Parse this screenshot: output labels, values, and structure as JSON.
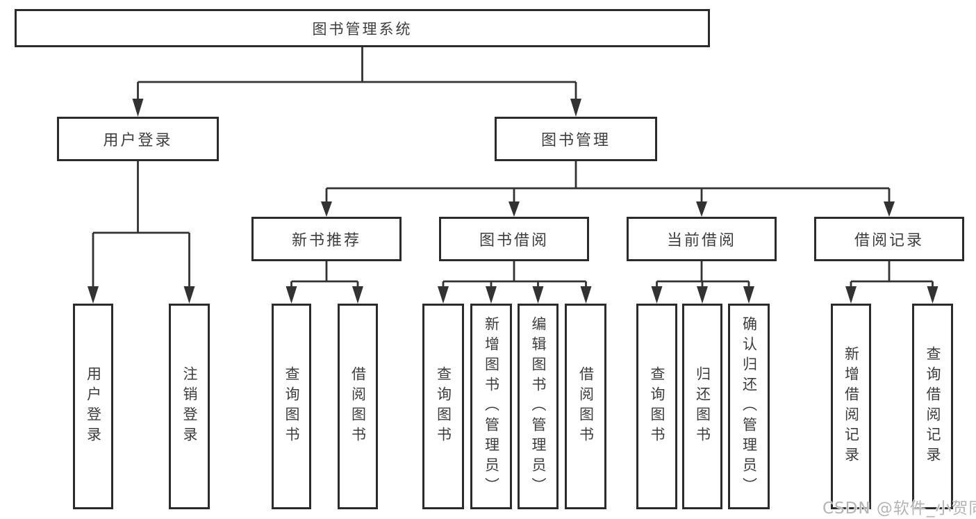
{
  "diagram": {
    "root": {
      "label": "图书管理系统"
    },
    "branches": [
      {
        "label": "用户登录",
        "children": [
          {
            "label": "用户登录"
          },
          {
            "label": "注销登录"
          }
        ]
      },
      {
        "label": "图书管理",
        "children": [
          {
            "label": "新书推荐",
            "children": [
              {
                "label": "查询图书"
              },
              {
                "label": "借阅图书"
              }
            ]
          },
          {
            "label": "图书借阅",
            "children": [
              {
                "label": "查询图书"
              },
              {
                "label": "新增图书（管理员）"
              },
              {
                "label": "编辑图书（管理员）"
              },
              {
                "label": "借阅图书"
              }
            ]
          },
          {
            "label": "当前借阅",
            "children": [
              {
                "label": "查询图书"
              },
              {
                "label": "归还图书"
              },
              {
                "label": "确认归还（管理员）"
              }
            ]
          },
          {
            "label": "借阅记录",
            "children": [
              {
                "label": "新增借阅记录"
              },
              {
                "label": "查询借阅记录"
              }
            ]
          }
        ]
      }
    ]
  },
  "watermark": {
    "text": "CSDN @软件_小贺同学"
  },
  "colors": {
    "line": "#323232",
    "border": "#2b2b2b",
    "text": "#3d3d3d",
    "watermark": "#b4b4b4",
    "background": "#ffffff"
  }
}
